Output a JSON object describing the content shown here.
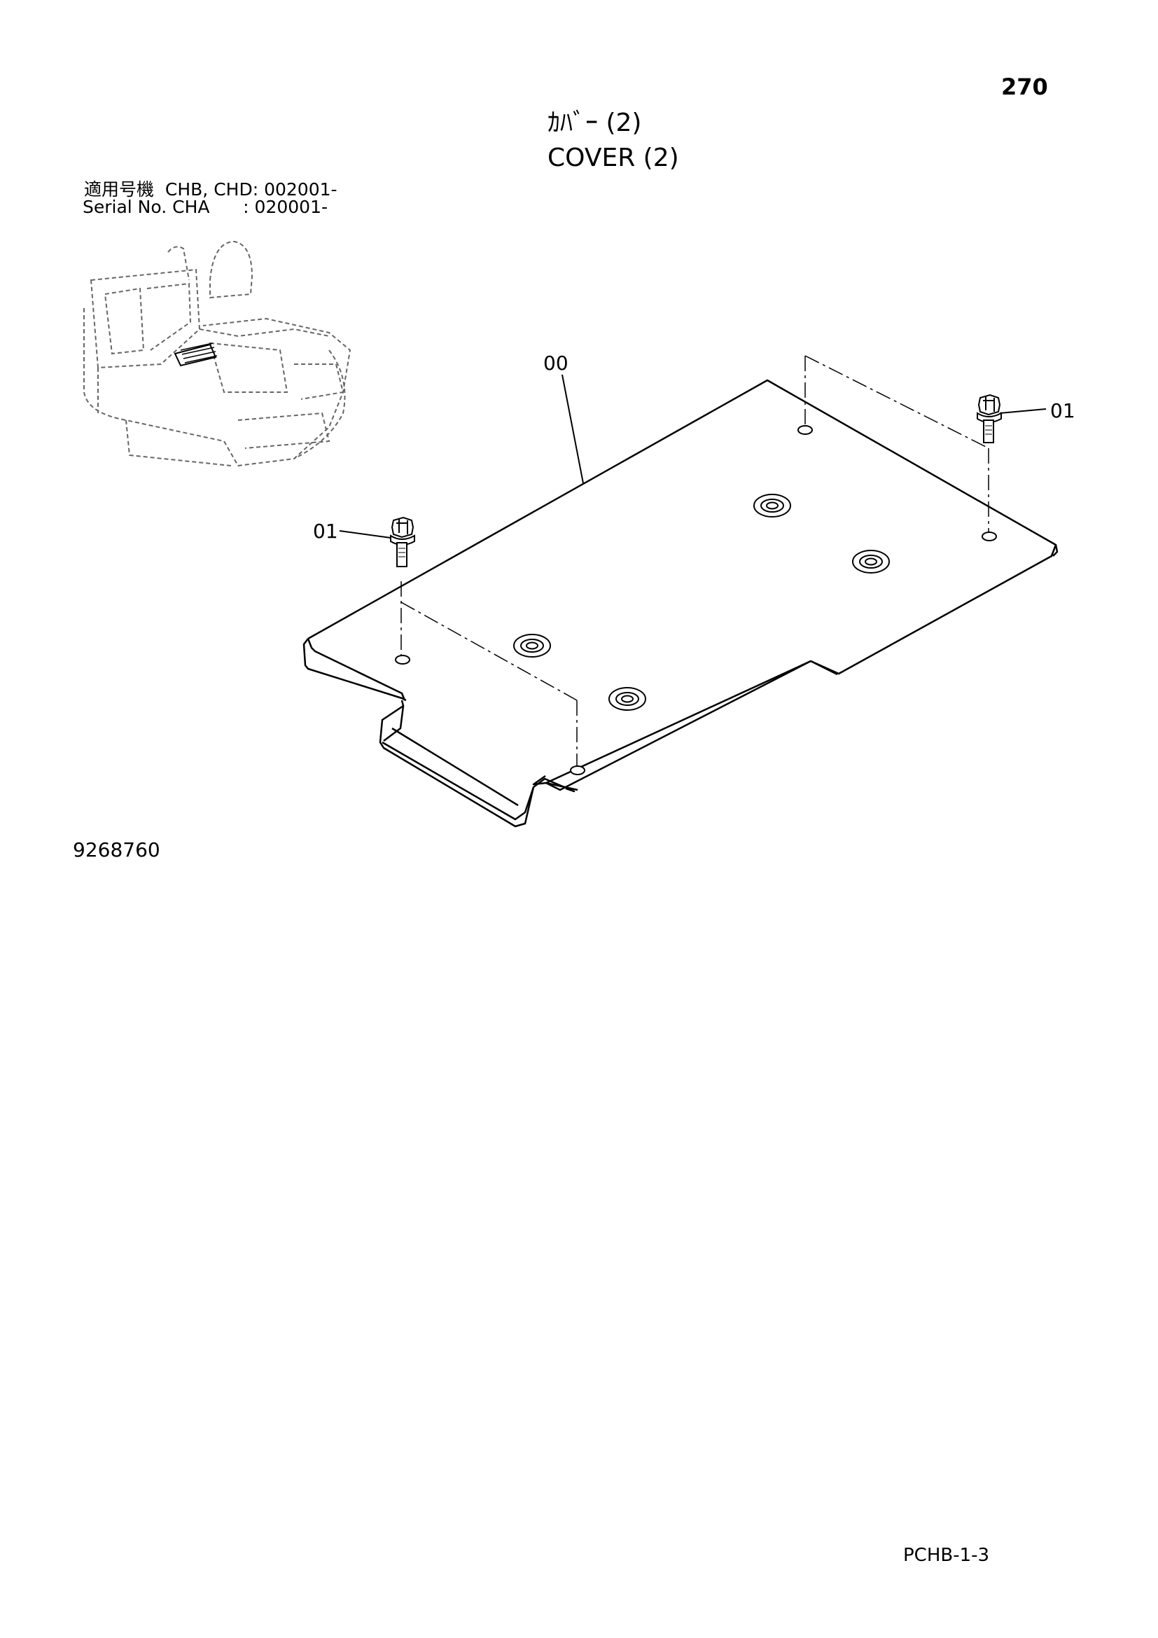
{
  "header": {
    "page_number": "270",
    "title_jp": "ｶﾊﾞｰ (2)",
    "title_en": "COVER (2)"
  },
  "serial": {
    "line_jp": "適用号機  CHB, CHD: 002001-",
    "line_en": "Serial No. CHA      : 020001-"
  },
  "callouts": {
    "cover": "00",
    "bolt_right": "01",
    "bolt_left": "01"
  },
  "footer": {
    "figure_number": "9268760",
    "document_code": "PCHB-1-3"
  }
}
